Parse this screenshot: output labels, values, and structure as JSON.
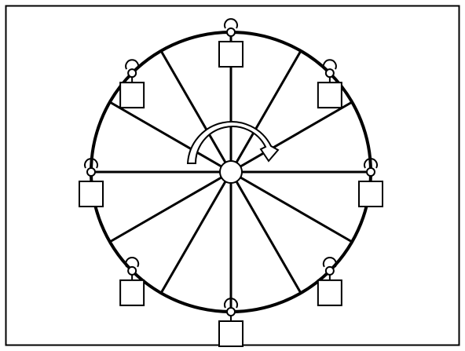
{
  "diagram": {
    "subject": "ferris-wheel",
    "colors": {
      "stroke": "#000000",
      "fill": "#ffffff",
      "background": "#ffffff"
    },
    "spoke_count": 12,
    "gondola_count": 8,
    "rotation_direction": "clockwise"
  }
}
